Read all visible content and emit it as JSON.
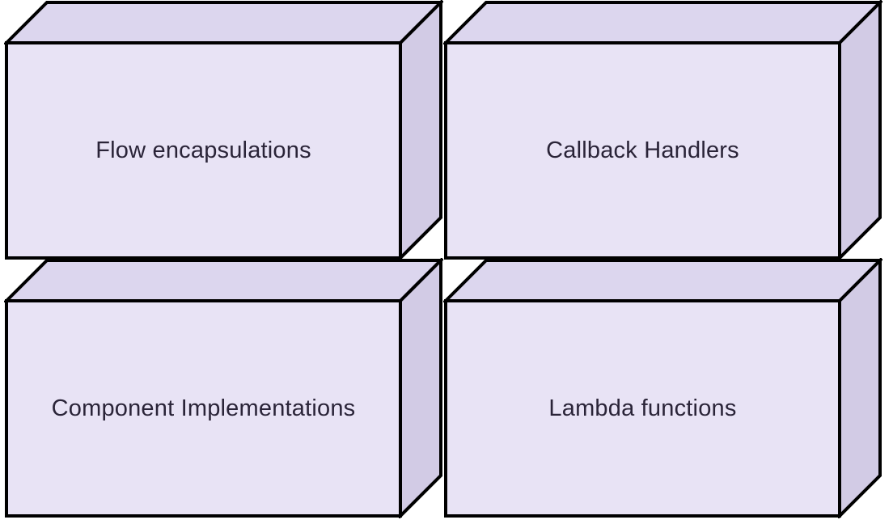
{
  "diagram": {
    "type": "3d-box-grid",
    "background_color": "#ffffff",
    "colors": {
      "front_face": "#e8e3f5",
      "top_face": "#dcd6ee",
      "right_face": "#d2cbe5",
      "stroke": "#000000",
      "text": "#2a2438"
    },
    "nodes": [
      {
        "id": "flow-encapsulations",
        "label": "Flow encapsulations"
      },
      {
        "id": "callback-handlers",
        "label": "Callback Handlers"
      },
      {
        "id": "component-implementations",
        "label": "Component Implementations"
      },
      {
        "id": "lambda-functions",
        "label": "Lambda functions"
      }
    ]
  }
}
